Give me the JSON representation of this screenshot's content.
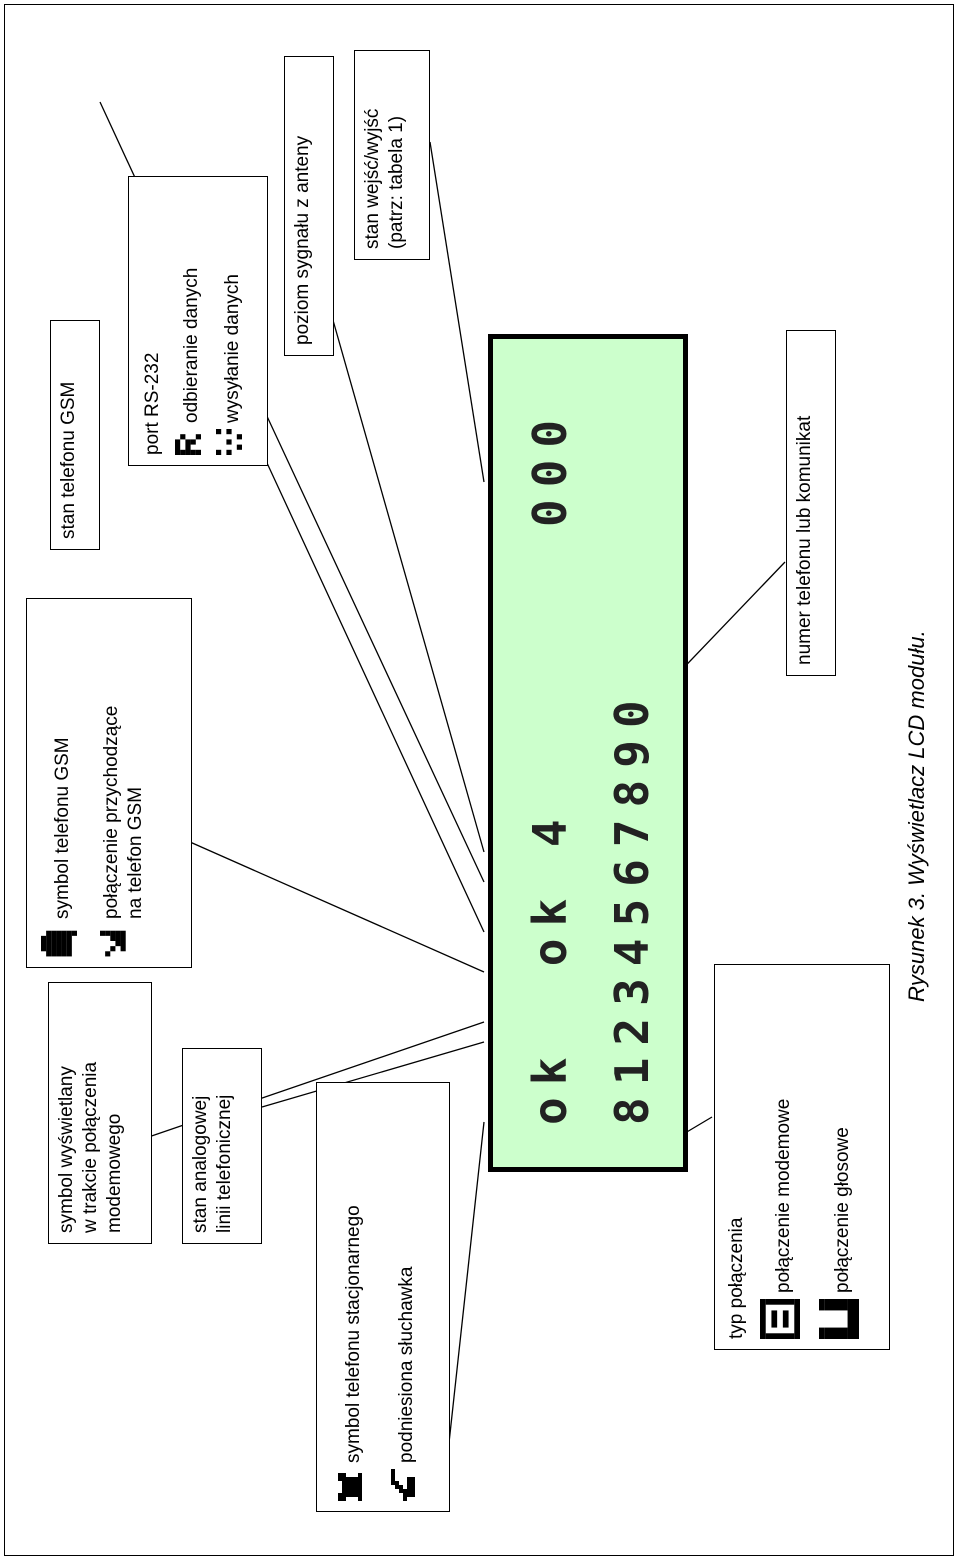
{
  "labels": {
    "modem_symbol": [
      "symbol wyświetlany",
      "w trakcie połączenia",
      "modemowego"
    ],
    "analog_line": [
      "stan analogowej",
      "linii telefonicznej"
    ],
    "landline": {
      "symbol": "symbol telefonu stacjonarnego",
      "handset": "podniesiona słuchawka"
    },
    "gsm_symbol": {
      "symbol": "symbol telefonu GSM",
      "incoming": [
        "połączenie przychodzące",
        "na telefon GSM"
      ]
    },
    "gsm_state": "stan telefonu GSM",
    "rs232": {
      "title": "port RS-232",
      "receive": "odbieranie danych",
      "send": "wysyłanie danych"
    },
    "signal": "poziom sygnału z anteny",
    "io_state": [
      "stan wejść/wyjść",
      "(patrz: tabela 1)"
    ],
    "phone_number": "numer telefonu lub komunikat",
    "connection_type": {
      "title": "typ połączenia",
      "modem": "połączenie modemowe",
      "voice": "połączenie głosowe"
    }
  },
  "lcd": {
    "line1": "ok  ok 4",
    "line2": "81234567890",
    "right": "000",
    "background": "#ccffcc"
  },
  "caption": "Rysunek 3. Wyświetlacz LCD modułu."
}
